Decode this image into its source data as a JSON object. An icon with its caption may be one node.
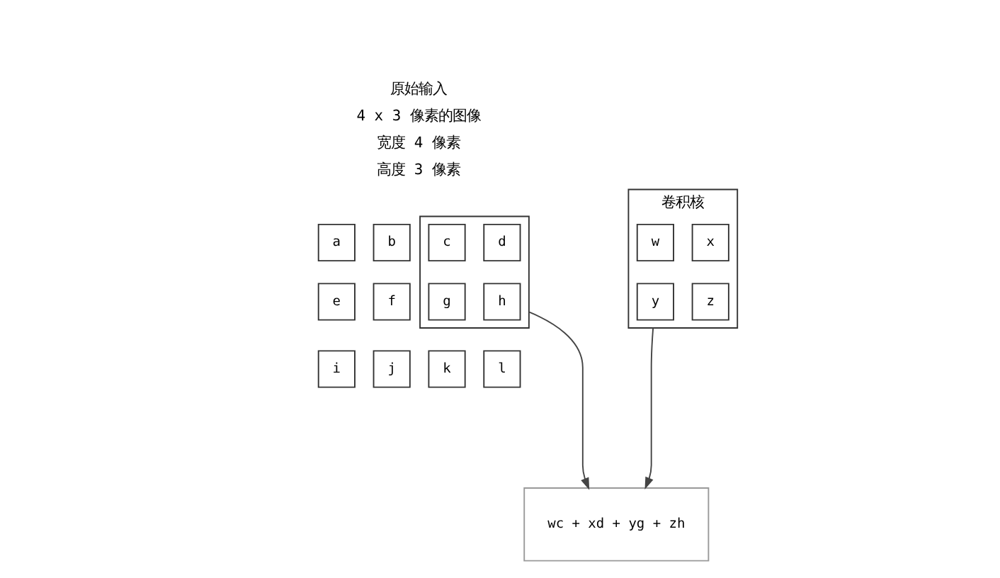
{
  "diagram": {
    "nodes": [
      {
        "text": [
          "a"
        ]
      },
      {
        "text": [
          "b"
        ]
      },
      {
        "text": [],
        "shape": "box"
      },
      {
        "text": [
          "c"
        ],
        "in": 2
      },
      {
        "text": [
          "d"
        ],
        "in": 2
      },
      {
        "text": [
          "e"
        ]
      },
      {
        "text": [
          "f"
        ]
      },
      {
        "text": [
          "g"
        ],
        "in": 2
      },
      {
        "text": [
          "h"
        ],
        "in": 2
      },
      {
        "text": [
          "i"
        ]
      },
      {
        "text": [
          "j"
        ]
      },
      {
        "text": [
          "k"
        ]
      },
      {
        "text": [
          "l"
        ]
      },
      {
        "text": [
          "卷积核"
        ]
      },
      {
        "text": [
          "w"
        ],
        "in": 13
      },
      {
        "text": [
          "x"
        ],
        "in": 13
      },
      {
        "text": [
          "y"
        ],
        "in": 13
      },
      {
        "text": [
          "z"
        ],
        "in": 13
      },
      {
        "text": [
          "wc + xd + yg + zh"
        ]
      }
    ],
    "edges": [
      {
        "from": 2,
        "to": 18,
        "arrow": "to"
      },
      {
        "from": 13,
        "to": 18,
        "arrow": "to"
      }
    ],
    "labels": [
      "原始输入",
      "4 x 3 像素的图像",
      "宽度 4 像素",
      "高度 3 像素"
    ]
  }
}
